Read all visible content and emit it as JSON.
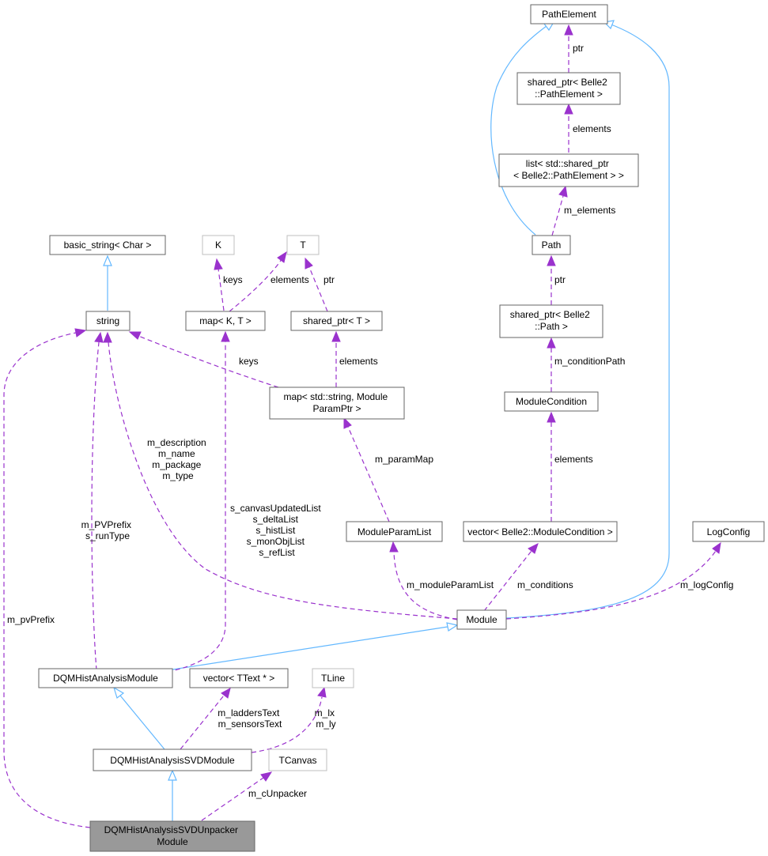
{
  "nodes": {
    "path_element": {
      "lines": [
        "PathElement"
      ]
    },
    "shared_ptr_pathelement": {
      "lines": [
        "shared_ptr< Belle2",
        "::PathElement >"
      ]
    },
    "list_shared_ptr": {
      "lines": [
        "list< std::shared_ptr",
        "< Belle2::PathElement > >"
      ]
    },
    "path": {
      "lines": [
        "Path"
      ]
    },
    "shared_ptr_path": {
      "lines": [
        "shared_ptr< Belle2",
        "::Path >"
      ]
    },
    "module_condition": {
      "lines": [
        "ModuleCondition"
      ]
    },
    "vector_module_condition": {
      "lines": [
        "vector< Belle2::ModuleCondition >"
      ]
    },
    "log_config": {
      "lines": [
        "LogConfig"
      ]
    },
    "basic_string": {
      "lines": [
        "basic_string< Char >"
      ]
    },
    "k": {
      "lines": [
        "K"
      ]
    },
    "t": {
      "lines": [
        "T"
      ]
    },
    "string": {
      "lines": [
        "string"
      ]
    },
    "map_k_t": {
      "lines": [
        "map< K, T >"
      ]
    },
    "shared_ptr_t": {
      "lines": [
        "shared_ptr< T >"
      ]
    },
    "map_string_moduleparamptr": {
      "lines": [
        "map< std::string, Module",
        "ParamPtr >"
      ]
    },
    "module_param_list": {
      "lines": [
        "ModuleParamList"
      ]
    },
    "module": {
      "lines": [
        "Module"
      ]
    },
    "dqm_hist_analysis_module": {
      "lines": [
        "DQMHistAnalysisModule"
      ]
    },
    "vector_ttext": {
      "lines": [
        "vector< TText * >"
      ]
    },
    "tline": {
      "lines": [
        "TLine"
      ]
    },
    "dqm_hist_analysis_svd_module": {
      "lines": [
        "DQMHistAnalysisSVDModule"
      ]
    },
    "tcanvas": {
      "lines": [
        "TCanvas"
      ]
    },
    "dqm_hist_analysis_svd_unpacker_module": {
      "lines": [
        "DQMHistAnalysisSVDUnpacker",
        "Module"
      ]
    }
  },
  "edge_labels": {
    "ptr_pathelement": [
      "ptr"
    ],
    "elements_list": [
      "elements"
    ],
    "m_elements": [
      "m_elements"
    ],
    "ptr_path": [
      "ptr"
    ],
    "m_condition_path": [
      "m_conditionPath"
    ],
    "elements_vector": [
      "elements"
    ],
    "keys_map_k": [
      "keys"
    ],
    "elements_map_t": [
      "elements"
    ],
    "ptr_t": [
      "ptr"
    ],
    "elements_shared_t": [
      "elements"
    ],
    "keys_string": [
      "keys"
    ],
    "m_param_map": [
      "m_paramMap"
    ],
    "module_string_members": [
      "m_description",
      "m_name",
      "m_package",
      "m_type"
    ],
    "pv_prefix_members": [
      "m_PVPrefix",
      "s_runType"
    ],
    "canvas_list_members": [
      "s_canvasUpdatedList",
      "s_deltaList",
      "s_histList",
      "s_monObjList",
      "s_refList"
    ],
    "m_pv_prefix": [
      "m_pvPrefix"
    ],
    "m_module_param_list": [
      "m_moduleParamList"
    ],
    "m_conditions": [
      "m_conditions"
    ],
    "m_log_config": [
      "m_logConfig"
    ],
    "text_members": [
      "m_laddersText",
      "m_sensorsText"
    ],
    "line_members": [
      "m_lx",
      "m_ly"
    ],
    "m_c_unpacker": [
      "m_cUnpacker"
    ]
  },
  "colors": {
    "inheritance": "#63b8ff",
    "usage": "#9a32cd",
    "main_node_fill": "#999999"
  }
}
